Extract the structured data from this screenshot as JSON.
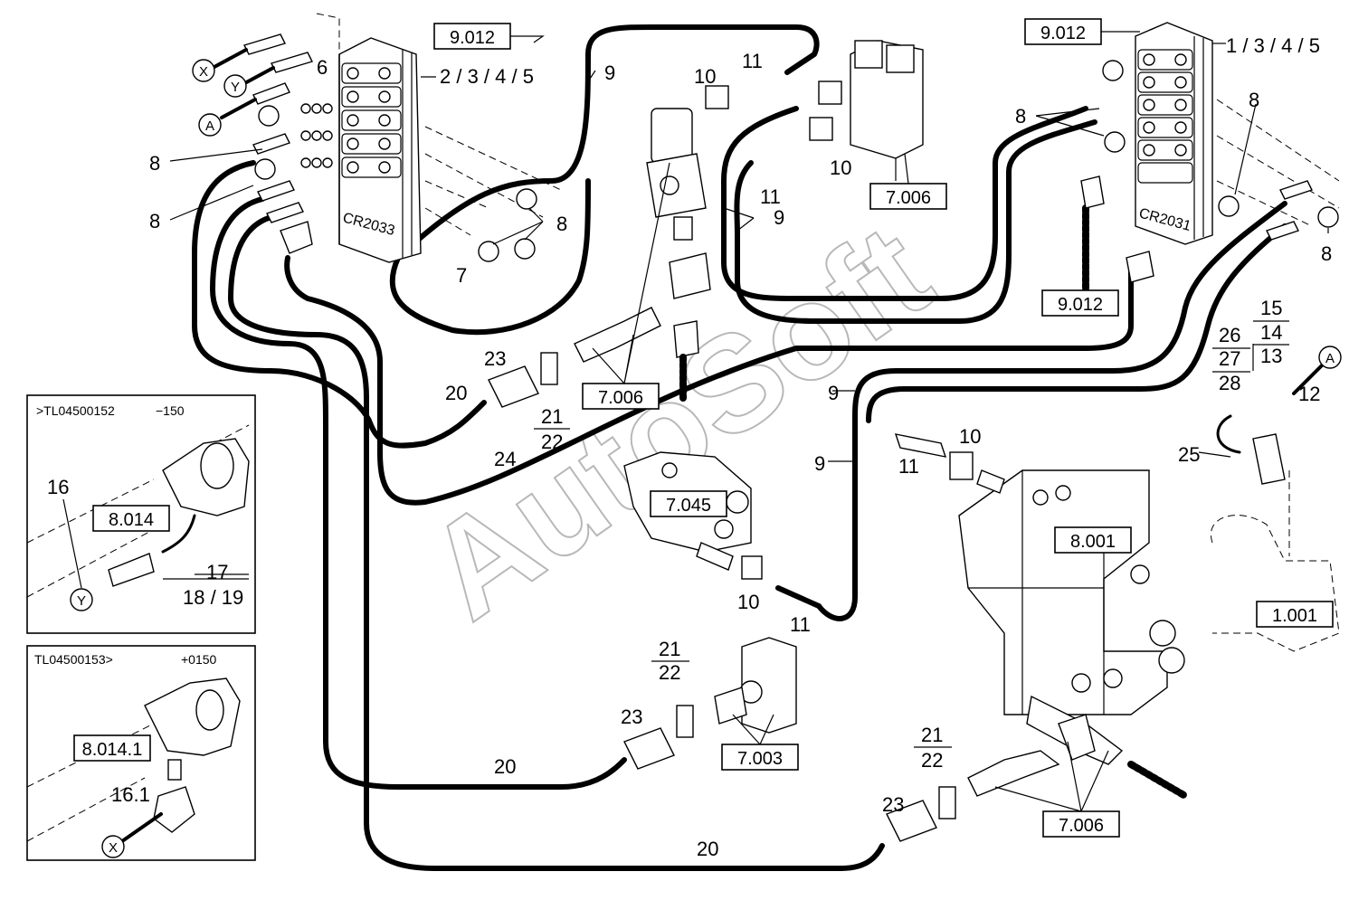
{
  "watermark": "AutoSoft",
  "references": {
    "r9012_top": "9.012",
    "r9012_right": "9.012",
    "r9012_mid": "9.012",
    "r7006_top": "7.006",
    "r7006_mid": "7.006",
    "r7006_bot": "7.006",
    "r7045": "7.045",
    "r8001": "8.001",
    "r1001": "1.001",
    "r7003": "7.003",
    "r8014": "8.014",
    "r8014_1": "8.014.1"
  },
  "labels": {
    "l2345": "2 / 3 / 4 / 5",
    "l1345": "1 / 3 / 4 / 5",
    "l6": "6",
    "l7": "7",
    "l8a": "8",
    "l8b": "8",
    "l8c": "8",
    "l8d": "8",
    "l8e": "8",
    "l8f": "8",
    "l9a": "9",
    "l9b": "9",
    "l9c": "9",
    "l9d": "9",
    "l10a": "10",
    "l10b": "10",
    "l10c": "10",
    "l10d": "10",
    "l11a": "11",
    "l11b": "11",
    "l11c": "11",
    "l11d": "11",
    "l12": "12",
    "l13": "13",
    "l14": "14",
    "l15": "15",
    "l16": "16",
    "l161": "16.1",
    "l17": "17",
    "l1819": "18 / 19",
    "l20a": "20",
    "l20b": "20",
    "l20c": "20",
    "l21a": "21",
    "l22a": "22",
    "l21b": "21",
    "l22b": "22",
    "l21c": "21",
    "l22c": "22",
    "l23a": "23",
    "l23b": "23",
    "l23c": "23",
    "l24": "24",
    "l25": "25",
    "l26": "26",
    "l27": "27",
    "l28": "28"
  },
  "markers": {
    "mX": "X",
    "mY": "Y",
    "mA": "A",
    "mA2": "A",
    "mY2": "Y",
    "mX2": "X"
  },
  "insets": {
    "top_title": ">TL04500152",
    "top_range": "−150",
    "bottom_title": "TL04500153>",
    "bottom_range": "+0150"
  }
}
